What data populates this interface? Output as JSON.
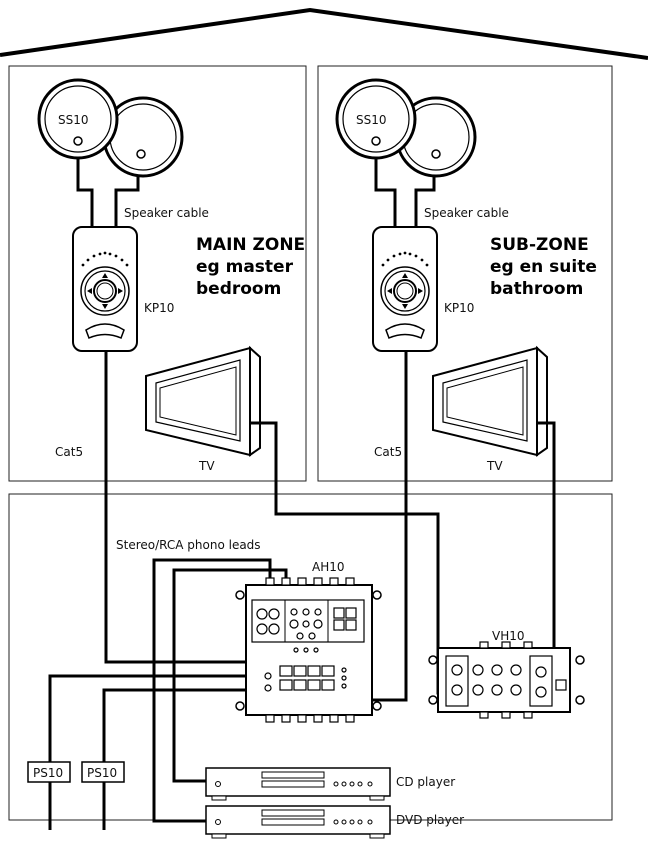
{
  "main_zone": {
    "speaker": "SS10",
    "speaker_cable": "Speaker cable",
    "keypad": "KP10",
    "title_lines": [
      "MAIN ZONE",
      "eg master",
      "bedroom"
    ],
    "cat5": "Cat5",
    "tv": "TV"
  },
  "sub_zone": {
    "speaker": "SS10",
    "speaker_cable": "Speaker cable",
    "keypad": "KP10",
    "title_lines": [
      "SUB-ZONE",
      "eg en suite",
      "bathroom"
    ],
    "cat5": "Cat5",
    "tv": "TV"
  },
  "equipment": {
    "phono_leads": "Stereo/RCA phono leads",
    "audio_hub": "AH10",
    "video_hub": "VH10",
    "cd_player": "CD player",
    "dvd_player": "DVD player",
    "psu_1": "PS10",
    "psu_2": "PS10"
  }
}
